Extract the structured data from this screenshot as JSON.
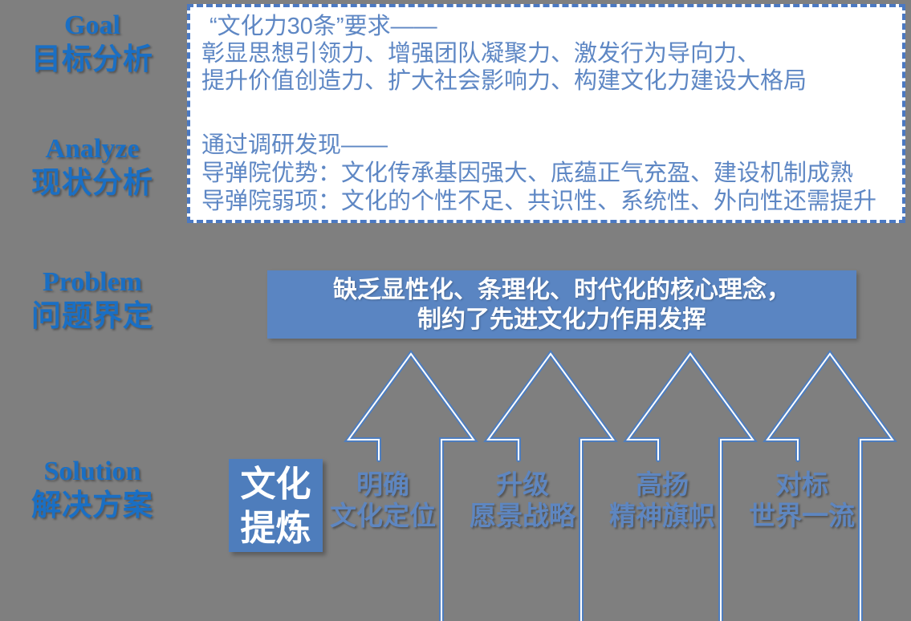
{
  "colors": {
    "background": "#7f7f7f",
    "phase_label_blue": "#1a6fc4",
    "box_text_blue": "#5e87c4",
    "dashed_border_blue": "#4b79c2",
    "banner_fill_blue": "#5a85c2",
    "arrow_stroke_blue": "#4e7dbe",
    "highlight_fill_blue": "#4e7dbc",
    "white": "#ffffff"
  },
  "phases": [
    {
      "en": "Goal",
      "zh": "目标分析"
    },
    {
      "en": "Analyze",
      "zh": "现状分析"
    },
    {
      "en": "Problem",
      "zh": "问题界定"
    },
    {
      "en": "Solution",
      "zh": "解决方案"
    }
  ],
  "dashed_box": {
    "goal_lines": [
      "“文化力30条”要求——",
      "彰显思想引领力、增强团队凝聚力、激发行为导向力、",
      "提升价值创造力、扩大社会影响力、构建文化力建设大格局"
    ],
    "analyze_lines": [
      "通过调研发现——",
      "导弹院优势：文化传承基因强大、底蕴正气充盈、建设机制成熟",
      "导弹院弱项：文化的个性不足、共识性、系统性、外向性还需提升"
    ]
  },
  "problem_banner": {
    "line1": "缺乏显性化、条理化、时代化的核心理念，",
    "line2": "制约了先进文化力作用发挥"
  },
  "solution": {
    "highlight_box": {
      "line1": "文化",
      "line2": "提炼"
    },
    "arrow_labels": [
      {
        "line1": "明确",
        "line2": "文化定位"
      },
      {
        "line1": "升级",
        "line2": "愿景战略"
      },
      {
        "line1": "高扬",
        "line2": "精神旗帜"
      },
      {
        "line1": "对标",
        "line2": "世界一流"
      }
    ]
  }
}
